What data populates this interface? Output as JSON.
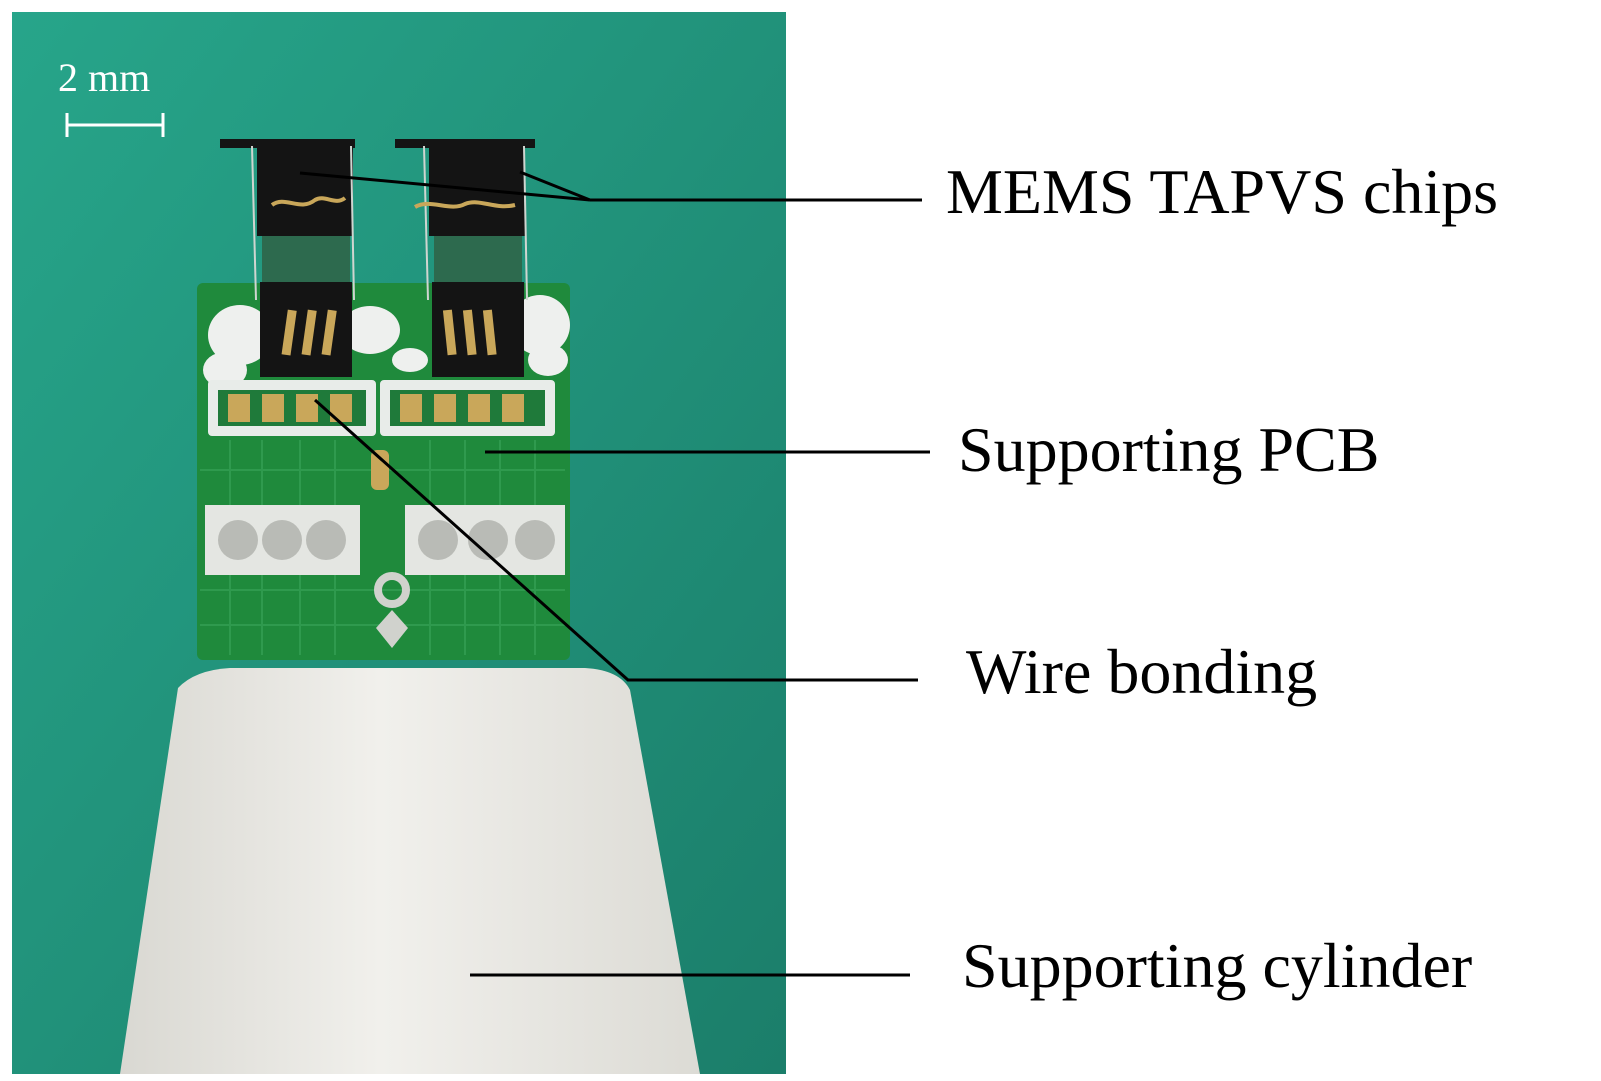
{
  "photo": {
    "scale_bar_label": "2 mm",
    "colors": {
      "background": "#1f8f79",
      "pcb": "#1f8a3c",
      "cylinder": "#ecebe6",
      "chip": "#141414",
      "gold_pad": "#c9a75a",
      "leader_line": "#000000"
    }
  },
  "callouts": [
    {
      "label": "MEMS TAPVS chips"
    },
    {
      "label": "Supporting PCB"
    },
    {
      "label": "Wire bonding"
    },
    {
      "label": "Supporting cylinder"
    }
  ]
}
